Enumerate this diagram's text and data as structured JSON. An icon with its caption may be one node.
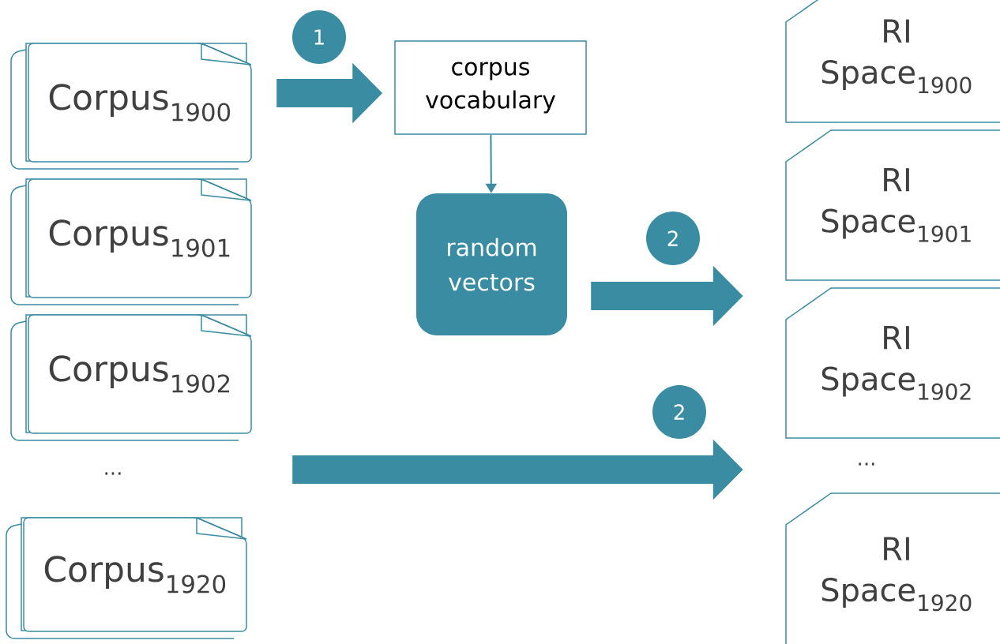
{
  "diagram": {
    "nodes": [
      {
        "text": [
          "Corpus$_{1900}$"
        ]
      },
      {
        "text": [
          "Corpus$_{1901}$"
        ]
      },
      {
        "text": [
          "Corpus$_{1902}$"
        ]
      },
      {
        "text": [
          "Corpus$_{1920}$"
        ]
      },
      {
        "text": [
          "corpus vocabulary"
        ]
      },
      {
        "text": [
          "random vectors"
        ]
      },
      {
        "text": [
          "RI Space$_{1900}$"
        ]
      },
      {
        "text": [
          "RI Space$_{1901}$"
        ]
      },
      {
        "text": [
          "RI Space$_{1902}$"
        ]
      },
      {
        "text": [
          "RI Space$_{1920}$"
        ]
      }
    ],
    "edges": [
      {
        "from": 0,
        "to": 4,
        "arrow": "to"
      },
      {
        "from": 4,
        "to": 5,
        "arrow": "to"
      },
      {
        "from": 5,
        "to": 7,
        "arrow": "to"
      },
      {
        "from": 2,
        "to": 8,
        "arrow": "to"
      }
    ],
    "labels": [
      "1",
      "2",
      "2",
      "...",
      "..."
    ]
  }
}
